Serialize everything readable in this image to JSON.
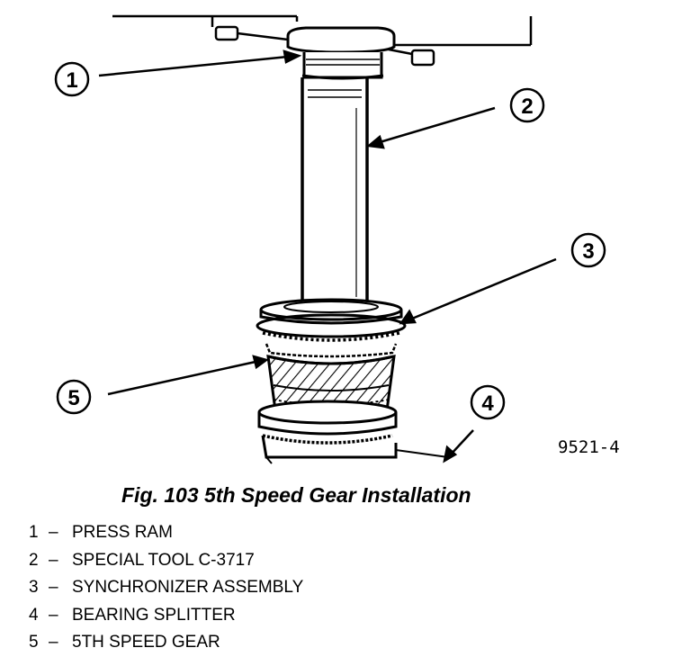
{
  "figure": {
    "figure_id": "9521-4",
    "callouts": [
      "1",
      "2",
      "3",
      "4",
      "5"
    ]
  },
  "caption": "Fig. 103 5th Speed Gear Installation",
  "legend": [
    {
      "num": "1",
      "sep": "–",
      "text": "PRESS RAM"
    },
    {
      "num": "2",
      "sep": "–",
      "text": "SPECIAL TOOL C-3717"
    },
    {
      "num": "3",
      "sep": "–",
      "text": "SYNCHRONIZER ASSEMBLY"
    },
    {
      "num": "4",
      "sep": "–",
      "text": "BEARING SPLITTER"
    },
    {
      "num": "5",
      "sep": "–",
      "text": "5TH SPEED GEAR"
    }
  ]
}
